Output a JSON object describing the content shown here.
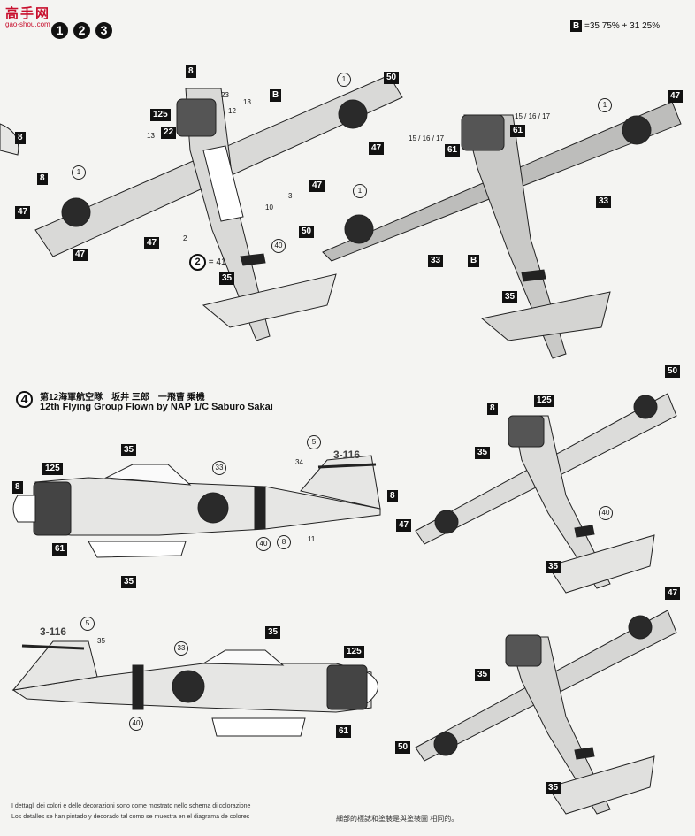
{
  "watermark": {
    "brand": "高手网",
    "url": "gao-shou.com"
  },
  "steps_top": [
    "1",
    "2",
    "3"
  ],
  "color_mix": {
    "label": "B",
    "formula": "=35 75% + 31 25%"
  },
  "step4": {
    "number": "4",
    "title_jp": "第12海軍航空隊　坂井 三郎　一飛曹 乗機",
    "title_en": "12th Flying Group Flown by NAP 1/C Saburo Sakai"
  },
  "step2_note": {
    "label": "2",
    "text": "= 41"
  },
  "tail_code": "3-116",
  "callouts": {
    "c8": "8",
    "c125": "125",
    "c47": "47",
    "c50": "50",
    "c61": "61",
    "c35": "35",
    "cB": "B",
    "c33": "33",
    "c1": "1",
    "c13": "13",
    "c12": "12",
    "c23": "23",
    "c2": "2",
    "c3": "3",
    "c10": "10",
    "c40": "40",
    "c41": "41",
    "c5": "5",
    "c34": "34",
    "c11": "11",
    "c151617": "15 / 16 / 17"
  },
  "footnotes": {
    "it": "I dettagli dei colori e delle decorazioni sono come mostrato nello schema di colorazione",
    "es": "Los detalles se han pintado y decorado tal como se muestra en el diagrama de colores",
    "cn": "細部的標誌和塗裝是與塗裝圖 相同的。"
  }
}
